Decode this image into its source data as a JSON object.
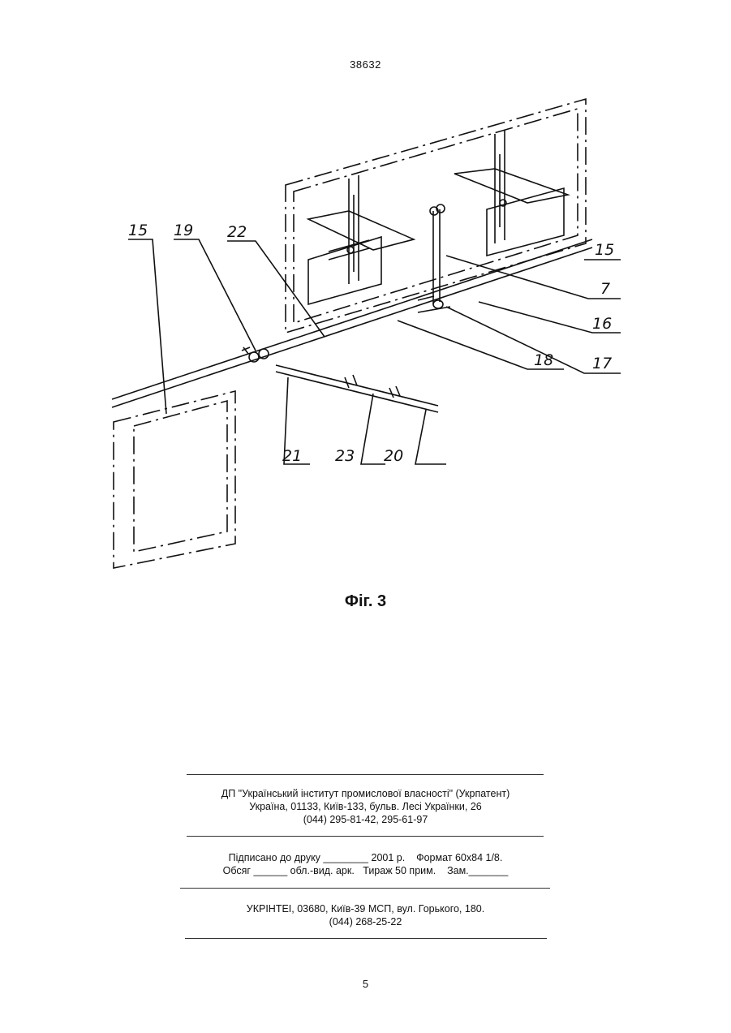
{
  "header": {
    "doc_number": "38632"
  },
  "figure": {
    "caption": "Фіг. 3",
    "callouts": [
      "15",
      "19",
      "22",
      "15",
      "7",
      "16",
      "17",
      "18",
      "21",
      "23",
      "20"
    ]
  },
  "imprint": {
    "publisher_line1": "ДП \"Український інститут промислової власності\" (Укрпатент)",
    "publisher_line2": "Україна, 01133, Київ-133, бульв. Лесі Українки, 26",
    "publisher_line3": "(044) 295-81-42, 295-61-97",
    "print_line1": "Підписано до друку ________ 2001 р.    Формат 60х84 1/8.",
    "print_line2": "Обсяг ______ обл.-вид. арк.   Тираж 50 прим.    Зам._______",
    "printer_line1": "УКРІНТЕІ, 03680, Київ-39 МСП, вул. Горького, 180.",
    "printer_line2": "(044) 268-25-22"
  },
  "footer": {
    "page_number": "5"
  }
}
